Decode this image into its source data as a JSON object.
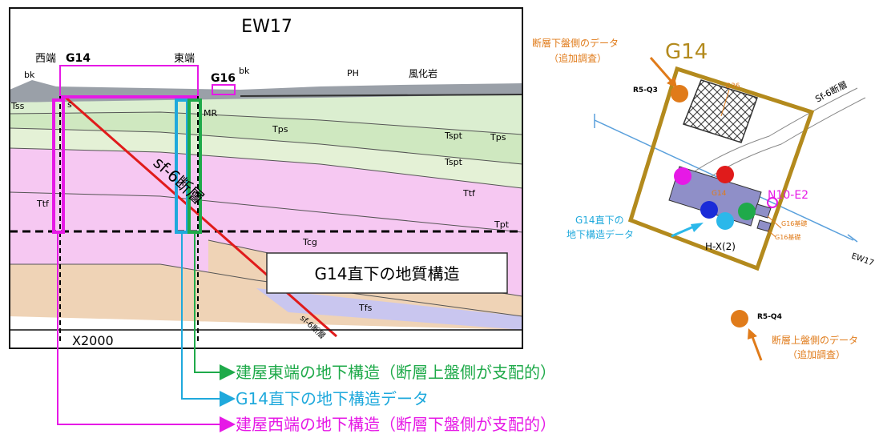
{
  "section": {
    "title": "EW17",
    "west_end": "西端",
    "east_end": "東端",
    "g14": "G14",
    "g16": "G16",
    "bk_left": "bk",
    "bk_right": "bk",
    "ph": "PH",
    "weathered": "風化岩",
    "tss": "Tss",
    "s_label": "s",
    "mr": "MR",
    "tps_1": "Tps",
    "tps_2": "Tps",
    "tspt_1": "Tspt",
    "tspt_2": "Tspt",
    "ttf_left": "Ttf",
    "ttf_right": "Ttf",
    "tpt": "Tpt",
    "tcg": "Tcg",
    "tfs": "Tfs",
    "fault_name": "sf-6断層",
    "fault_bottom": "sf-6断層",
    "x_coord": "X2000",
    "callout": "G14直下の地質構造"
  },
  "legend": {
    "east": "建屋東端の地下構造（断層上盤側が支配的）",
    "g14": "G14直下の地下構造データ",
    "west": "建屋西端の地下構造（断層下盤側が支配的）"
  },
  "map": {
    "title": "G14",
    "note_top_1": "断層下盤側のデータ",
    "note_top_2": "（追加調査）",
    "r5_q3": "R5-Q3",
    "g36": "G36",
    "sf6": "Sf-6断層",
    "g14_small": "G14",
    "n10": "N10-E2",
    "g16_1": "G16基礎",
    "g16_2": "G16基礎",
    "g14_under_1": "G14直下の",
    "g14_under_2": "地下構造データ",
    "hx": "H-X(2)",
    "ew17": "EW17",
    "r5_q4": "R5-Q4",
    "note_bottom_1": "断層上盤側のデータ",
    "note_bottom_2": "（追加調査）"
  },
  "colors": {
    "magenta": "#e619e6",
    "cyan": "#1fa9dc",
    "green": "#1faa4a",
    "orange": "#e07b1a",
    "gold": "#b38a1d",
    "fault_red": "#e01b1b"
  }
}
